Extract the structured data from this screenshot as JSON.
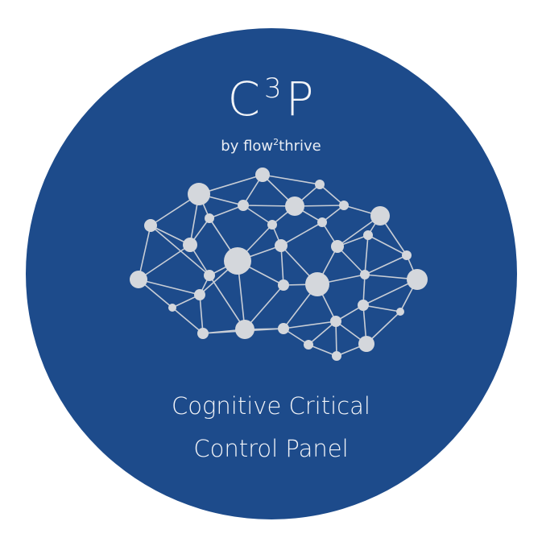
{
  "logo": {
    "title_main_before": "C",
    "title_superscript": "3",
    "title_main_after": "P",
    "byline_before": "by flow",
    "byline_superscript": "2",
    "byline_after": "thrive",
    "tagline_line1": "Cognitive Critical",
    "tagline_line2": "Control Panel"
  },
  "colors": {
    "background": "#ffffff",
    "badge": "#1d4b8b",
    "text": "#f2f4f8",
    "node": "#d4d7dc",
    "edge": "#c9ced6"
  },
  "icons": {
    "network": "brain-network-icon"
  }
}
